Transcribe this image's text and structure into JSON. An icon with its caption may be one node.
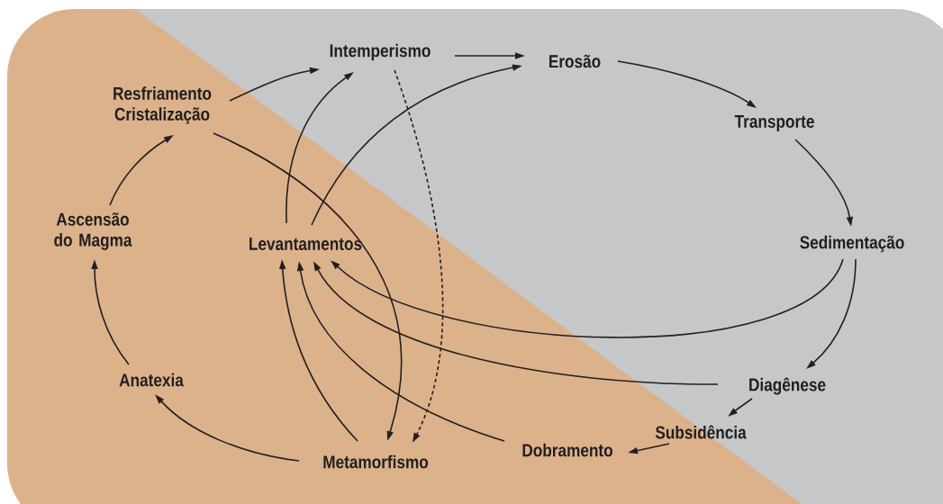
{
  "diagram": {
    "nodes": [
      {
        "text": [
          "Intemperismo"
        ]
      },
      {
        "text": [
          "Erosão"
        ]
      },
      {
        "text": [
          "Resfriamento Cristalização"
        ]
      },
      {
        "text": [
          "Transporte"
        ]
      },
      {
        "text": [
          "Ascensão do Magma"
        ]
      },
      {
        "text": [
          "Levantamentos"
        ]
      },
      {
        "text": [
          "Sedimentação"
        ]
      },
      {
        "text": [
          "Anatexia"
        ]
      },
      {
        "text": [
          "Diagênese"
        ]
      },
      {
        "text": [
          "Subsidência"
        ]
      },
      {
        "text": [
          "Dobramento"
        ]
      },
      {
        "text": [
          "Metamorfismo"
        ]
      }
    ],
    "edges": [
      {
        "from": 0,
        "to": 1,
        "arrow": "to"
      },
      {
        "from": 1,
        "to": 3,
        "arrow": "to"
      },
      {
        "from": 3,
        "to": 6,
        "arrow": "to"
      },
      {
        "from": 6,
        "to": 8,
        "arrow": "to"
      },
      {
        "from": 6,
        "to": 5,
        "arrow": "to"
      },
      {
        "from": 8,
        "to": 5,
        "arrow": "to"
      },
      {
        "from": 8,
        "to": 9,
        "arrow": "to"
      },
      {
        "from": 9,
        "to": 10,
        "arrow": "to"
      },
      {
        "from": 10,
        "to": 5,
        "arrow": "to"
      },
      {
        "from": 11,
        "to": 5,
        "arrow": "to"
      },
      {
        "from": 5,
        "to": 0,
        "arrow": "to"
      },
      {
        "from": 5,
        "to": 1,
        "arrow": "to"
      },
      {
        "from": 2,
        "to": 0,
        "arrow": "to"
      },
      {
        "from": 2,
        "to": 11,
        "arrow": "to"
      },
      {
        "from": 0,
        "to": 11,
        "arrow": "to",
        "style": "dashed"
      },
      {
        "from": 4,
        "to": 2,
        "arrow": "to"
      },
      {
        "from": 7,
        "to": 4,
        "arrow": "to"
      },
      {
        "from": 11,
        "to": 7,
        "arrow": "to"
      }
    ]
  }
}
